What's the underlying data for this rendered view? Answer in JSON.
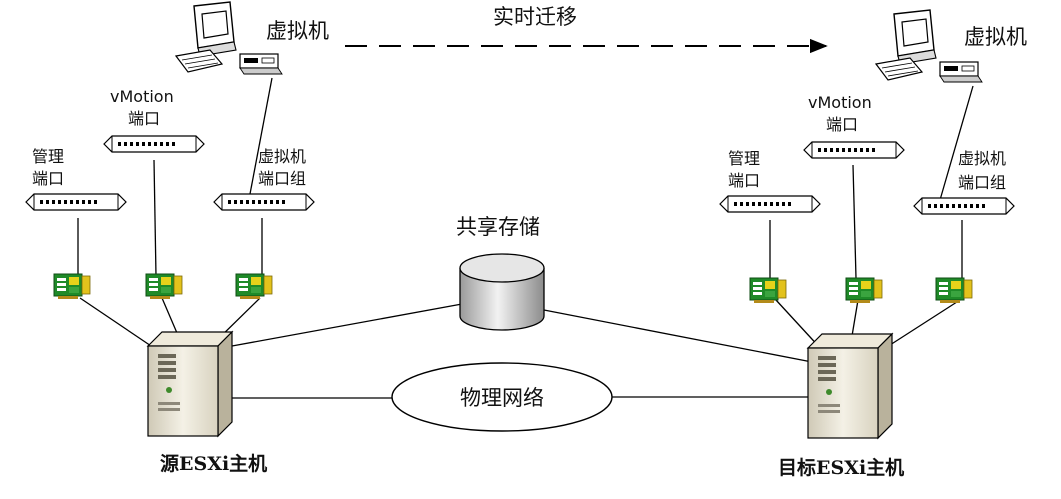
{
  "diagram": {
    "migration_label": "实时迁移",
    "shared_storage_label": "共享存储",
    "physical_network_label": "物理网络",
    "source": {
      "vm_label": "虚拟机",
      "vmotion_port_line1": "vMotion",
      "vmotion_port_line2": "端口",
      "mgmt_port_line1": "管理",
      "mgmt_port_line2": "端口",
      "vm_portgroup_line1": "虚拟机",
      "vm_portgroup_line2": "端口组",
      "host_label": "源ESXi主机"
    },
    "target": {
      "vm_label": "虚拟机",
      "vmotion_port_line1": "vMotion",
      "vmotion_port_line2": "端口",
      "mgmt_port_line1": "管理",
      "mgmt_port_line2": "端口",
      "vm_portgroup_line1": "虚拟机",
      "vm_portgroup_line2": "端口组",
      "host_label": "目标ESXi主机"
    }
  }
}
